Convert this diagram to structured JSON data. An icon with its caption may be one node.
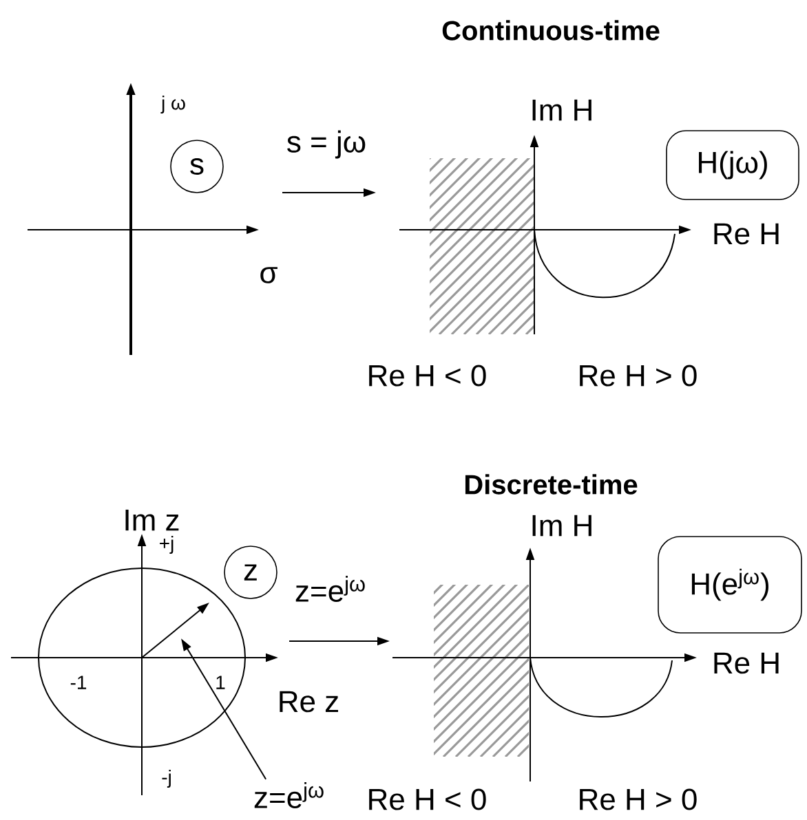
{
  "diagram": {
    "nodes": [
      {
        "text": [
          "s"
        ]
      },
      {
        "text": [
          "H(jω)"
        ]
      },
      {
        "text": [
          "z"
        ]
      },
      {
        "text": [
          "H(e$^{jω}$)"
        ]
      },
      {
        "text": [
          "z=e$^{jω}$"
        ]
      },
      {
        "text": [],
        "shape": "arrow"
      }
    ],
    "edges": [
      {
        "from": 4,
        "to": 5,
        "arrow": "to"
      }
    ],
    "labels": [
      "Continuous-time",
      "j ω",
      "σ",
      "s = jω",
      "Im  H",
      "Re H",
      "Re H < 0",
      "Re H > 0",
      "Discrete-time",
      "Im z",
      "+j",
      "z=e$^{jω}$",
      "-1",
      "1",
      "Re z",
      "-j",
      "Im  H",
      "Re H",
      "Re H < 0",
      "Re H > 0"
    ]
  }
}
